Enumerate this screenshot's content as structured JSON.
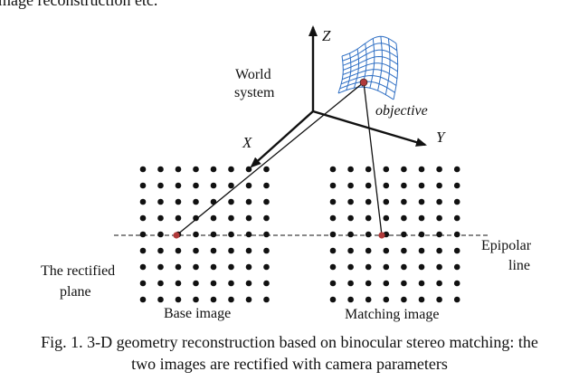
{
  "top_fragment": "mage reconstruction etc.",
  "axes": {
    "z": "Z",
    "x": "X",
    "y": "Y"
  },
  "labels": {
    "world_line1": "World",
    "world_line2": "system",
    "objective": "objective",
    "epipolar_line1": "Epipolar",
    "epipolar_line2": "line",
    "rectified_line1": "The rectified",
    "rectified_line2": "plane",
    "base_image": "Base image",
    "matching_image": "Matching image"
  },
  "caption": {
    "line1": "Fig. 1. 3-D geometry reconstruction based on binocular stereo matching: the",
    "line2": "two images are rectified with camera parameters"
  },
  "colors": {
    "ink": "#111111",
    "surface": "#2f6fc4",
    "point": "#b03a3a"
  },
  "grid": {
    "rows": 9,
    "cols": 8
  }
}
